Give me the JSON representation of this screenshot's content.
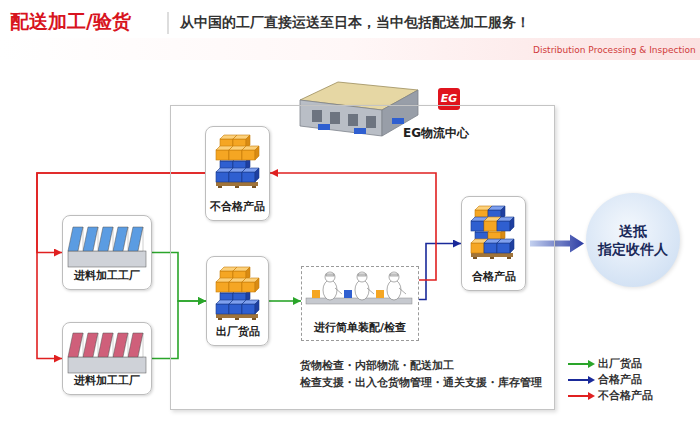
{
  "diagram": {
    "title": "配送加工/验货",
    "nodes": [
      {
        "text": [
          "EG物流中心"
        ]
      },
      {
        "text": [
          "不合格产品"
        ],
        "in": 0
      },
      {
        "text": [
          "进料加工工厂"
        ]
      },
      {
        "text": [
          "进料加工工厂"
        ]
      },
      {
        "text": [
          "出厂货品"
        ],
        "in": 0
      },
      {
        "text": [
          "进行简单装配/检查"
        ],
        "in": 0
      },
      {
        "text": [
          "合格产品"
        ],
        "in": 0
      },
      {
        "text": [
          "送抵 指定收件人"
        ]
      }
    ],
    "edges": [
      {
        "from": 2,
        "to": 4,
        "arrow": "to"
      },
      {
        "from": 3,
        "to": 4,
        "arrow": "to"
      },
      {
        "from": 4,
        "to": 5,
        "arrow": "to"
      },
      {
        "from": 5,
        "to": 6,
        "arrow": "to"
      },
      {
        "from": 6,
        "to": 7,
        "arrow": "to"
      },
      {
        "from": 5,
        "to": 1,
        "arrow": "to"
      },
      {
        "from": 1,
        "to": 2,
        "arrow": "to"
      },
      {
        "from": 1,
        "to": 3,
        "arrow": "to"
      }
    ],
    "labels": [
      "从中国的工厂直接运送至日本，当中包括配送加工服务！",
      "Distribution Processing & Inspection",
      "EG",
      "货物检查・内部物流・配送加工",
      "检查支援・出入仓货物管理・通关支援・库存管理"
    ],
    "legend": [
      {
        "text": "出厂货品"
      },
      {
        "text": "合格产品"
      },
      {
        "text": "不合格产品"
      }
    ]
  }
}
